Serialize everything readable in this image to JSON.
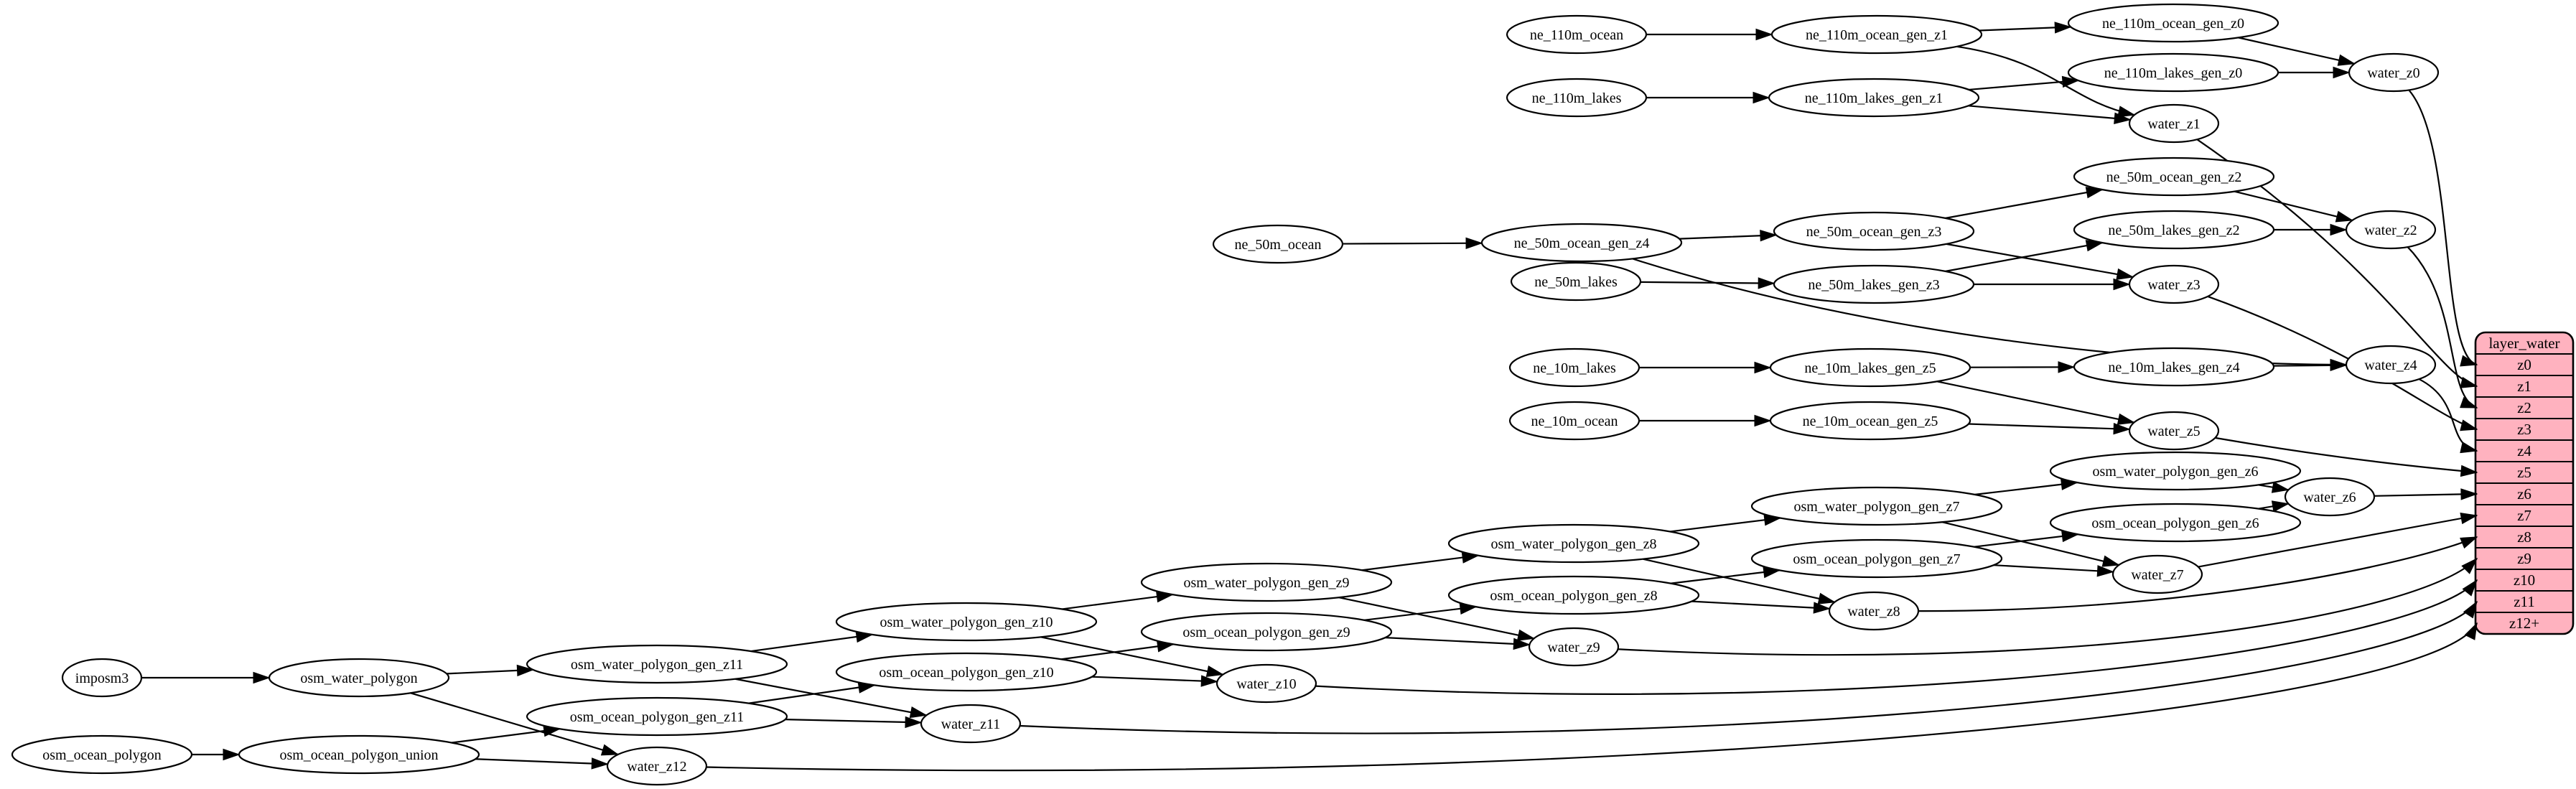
{
  "diagram": {
    "kind": "etl-dependency-graph",
    "colors": {
      "background": "#ffffff",
      "node_fill": "#ffffff",
      "node_stroke": "#000000",
      "edge_color": "#000000",
      "table_fill": "#ffb2bf",
      "table_stroke": "#000000",
      "text_color": "#000000"
    }
  },
  "graph": {
    "nodes": [
      {
        "id": "ne_110m_ocean",
        "label": "ne_110m_ocean"
      },
      {
        "id": "ne_110m_ocean_gen_z1",
        "label": "ne_110m_ocean_gen_z1"
      },
      {
        "id": "ne_110m_ocean_gen_z0",
        "label": "ne_110m_ocean_gen_z0"
      },
      {
        "id": "ne_110m_lakes",
        "label": "ne_110m_lakes"
      },
      {
        "id": "ne_110m_lakes_gen_z1",
        "label": "ne_110m_lakes_gen_z1"
      },
      {
        "id": "ne_110m_lakes_gen_z0",
        "label": "ne_110m_lakes_gen_z0"
      },
      {
        "id": "water_z0",
        "label": "water_z0"
      },
      {
        "id": "water_z1",
        "label": "water_z1"
      },
      {
        "id": "ne_50m_ocean",
        "label": "ne_50m_ocean"
      },
      {
        "id": "ne_50m_ocean_gen_z4",
        "label": "ne_50m_ocean_gen_z4"
      },
      {
        "id": "ne_50m_ocean_gen_z3",
        "label": "ne_50m_ocean_gen_z3"
      },
      {
        "id": "ne_50m_ocean_gen_z2",
        "label": "ne_50m_ocean_gen_z2"
      },
      {
        "id": "ne_50m_lakes",
        "label": "ne_50m_lakes"
      },
      {
        "id": "ne_50m_lakes_gen_z3",
        "label": "ne_50m_lakes_gen_z3"
      },
      {
        "id": "ne_50m_lakes_gen_z2",
        "label": "ne_50m_lakes_gen_z2"
      },
      {
        "id": "water_z2",
        "label": "water_z2"
      },
      {
        "id": "water_z3",
        "label": "water_z3"
      },
      {
        "id": "ne_10m_lakes",
        "label": "ne_10m_lakes"
      },
      {
        "id": "ne_10m_lakes_gen_z5",
        "label": "ne_10m_lakes_gen_z5"
      },
      {
        "id": "ne_10m_lakes_gen_z4",
        "label": "ne_10m_lakes_gen_z4"
      },
      {
        "id": "ne_10m_ocean",
        "label": "ne_10m_ocean"
      },
      {
        "id": "ne_10m_ocean_gen_z5",
        "label": "ne_10m_ocean_gen_z5"
      },
      {
        "id": "water_z4",
        "label": "water_z4"
      },
      {
        "id": "water_z5",
        "label": "water_z5"
      },
      {
        "id": "imposm3",
        "label": "imposm3"
      },
      {
        "id": "osm_water_polygon",
        "label": "osm_water_polygon"
      },
      {
        "id": "osm_ocean_polygon",
        "label": "osm_ocean_polygon"
      },
      {
        "id": "osm_ocean_polygon_union",
        "label": "osm_ocean_polygon_union"
      },
      {
        "id": "osm_water_polygon_gen_z11",
        "label": "osm_water_polygon_gen_z11"
      },
      {
        "id": "osm_ocean_polygon_gen_z11",
        "label": "osm_ocean_polygon_gen_z11"
      },
      {
        "id": "water_z12",
        "label": "water_z12"
      },
      {
        "id": "osm_water_polygon_gen_z10",
        "label": "osm_water_polygon_gen_z10"
      },
      {
        "id": "osm_ocean_polygon_gen_z10",
        "label": "osm_ocean_polygon_gen_z10"
      },
      {
        "id": "water_z11",
        "label": "water_z11"
      },
      {
        "id": "osm_water_polygon_gen_z9",
        "label": "osm_water_polygon_gen_z9"
      },
      {
        "id": "osm_ocean_polygon_gen_z9",
        "label": "osm_ocean_polygon_gen_z9"
      },
      {
        "id": "water_z10",
        "label": "water_z10"
      },
      {
        "id": "osm_water_polygon_gen_z8",
        "label": "osm_water_polygon_gen_z8"
      },
      {
        "id": "osm_ocean_polygon_gen_z8",
        "label": "osm_ocean_polygon_gen_z8"
      },
      {
        "id": "water_z9",
        "label": "water_z9"
      },
      {
        "id": "osm_water_polygon_gen_z7",
        "label": "osm_water_polygon_gen_z7"
      },
      {
        "id": "osm_ocean_polygon_gen_z7",
        "label": "osm_ocean_polygon_gen_z7"
      },
      {
        "id": "water_z8",
        "label": "water_z8"
      },
      {
        "id": "osm_water_polygon_gen_z6",
        "label": "osm_water_polygon_gen_z6"
      },
      {
        "id": "osm_ocean_polygon_gen_z6",
        "label": "osm_ocean_polygon_gen_z6"
      },
      {
        "id": "water_z7",
        "label": "water_z7"
      },
      {
        "id": "water_z6",
        "label": "water_z6"
      }
    ],
    "table": {
      "id": "layer_water",
      "header": "layer_water",
      "rows": [
        "z0",
        "z1",
        "z2",
        "z3",
        "z4",
        "z5",
        "z6",
        "z7",
        "z8",
        "z9",
        "z10",
        "z11",
        "z12+"
      ]
    },
    "edges": [
      {
        "from": "ne_110m_ocean",
        "to": "ne_110m_ocean_gen_z1"
      },
      {
        "from": "ne_110m_ocean_gen_z1",
        "to": "ne_110m_ocean_gen_z0"
      },
      {
        "from": "ne_110m_ocean_gen_z1",
        "to": "water_z1"
      },
      {
        "from": "ne_110m_ocean_gen_z0",
        "to": "water_z0"
      },
      {
        "from": "ne_110m_lakes",
        "to": "ne_110m_lakes_gen_z1"
      },
      {
        "from": "ne_110m_lakes_gen_z1",
        "to": "ne_110m_lakes_gen_z0"
      },
      {
        "from": "ne_110m_lakes_gen_z1",
        "to": "water_z1"
      },
      {
        "from": "ne_110m_lakes_gen_z0",
        "to": "water_z0"
      },
      {
        "from": "water_z0",
        "to": "layer_water:z0"
      },
      {
        "from": "water_z1",
        "to": "layer_water:z1"
      },
      {
        "from": "ne_50m_ocean",
        "to": "ne_50m_ocean_gen_z4"
      },
      {
        "from": "ne_50m_ocean_gen_z4",
        "to": "ne_50m_ocean_gen_z3"
      },
      {
        "from": "ne_50m_ocean_gen_z4",
        "to": "water_z4"
      },
      {
        "from": "ne_50m_ocean_gen_z3",
        "to": "ne_50m_ocean_gen_z2"
      },
      {
        "from": "ne_50m_ocean_gen_z3",
        "to": "water_z3"
      },
      {
        "from": "ne_50m_ocean_gen_z2",
        "to": "water_z2"
      },
      {
        "from": "ne_50m_lakes",
        "to": "ne_50m_lakes_gen_z3"
      },
      {
        "from": "ne_50m_lakes_gen_z3",
        "to": "ne_50m_lakes_gen_z2"
      },
      {
        "from": "ne_50m_lakes_gen_z3",
        "to": "water_z3"
      },
      {
        "from": "ne_50m_lakes_gen_z2",
        "to": "water_z2"
      },
      {
        "from": "water_z2",
        "to": "layer_water:z2"
      },
      {
        "from": "water_z3",
        "to": "layer_water:z3"
      },
      {
        "from": "ne_10m_lakes",
        "to": "ne_10m_lakes_gen_z5"
      },
      {
        "from": "ne_10m_lakes_gen_z5",
        "to": "ne_10m_lakes_gen_z4"
      },
      {
        "from": "ne_10m_lakes_gen_z5",
        "to": "water_z5"
      },
      {
        "from": "ne_10m_lakes_gen_z4",
        "to": "water_z4"
      },
      {
        "from": "ne_10m_ocean",
        "to": "ne_10m_ocean_gen_z5"
      },
      {
        "from": "ne_10m_ocean_gen_z5",
        "to": "water_z5"
      },
      {
        "from": "water_z4",
        "to": "layer_water:z4"
      },
      {
        "from": "water_z5",
        "to": "layer_water:z5"
      },
      {
        "from": "imposm3",
        "to": "osm_water_polygon"
      },
      {
        "from": "osm_water_polygon",
        "to": "osm_water_polygon_gen_z11"
      },
      {
        "from": "osm_water_polygon",
        "to": "water_z12"
      },
      {
        "from": "osm_ocean_polygon",
        "to": "osm_ocean_polygon_union"
      },
      {
        "from": "osm_ocean_polygon_union",
        "to": "osm_ocean_polygon_gen_z11"
      },
      {
        "from": "osm_ocean_polygon_union",
        "to": "water_z12"
      },
      {
        "from": "osm_water_polygon_gen_z11",
        "to": "osm_water_polygon_gen_z10"
      },
      {
        "from": "osm_water_polygon_gen_z11",
        "to": "water_z11"
      },
      {
        "from": "osm_ocean_polygon_gen_z11",
        "to": "osm_ocean_polygon_gen_z10"
      },
      {
        "from": "osm_ocean_polygon_gen_z11",
        "to": "water_z11"
      },
      {
        "from": "osm_water_polygon_gen_z10",
        "to": "osm_water_polygon_gen_z9"
      },
      {
        "from": "osm_water_polygon_gen_z10",
        "to": "water_z10"
      },
      {
        "from": "osm_ocean_polygon_gen_z10",
        "to": "osm_ocean_polygon_gen_z9"
      },
      {
        "from": "osm_ocean_polygon_gen_z10",
        "to": "water_z10"
      },
      {
        "from": "osm_water_polygon_gen_z9",
        "to": "osm_water_polygon_gen_z8"
      },
      {
        "from": "osm_water_polygon_gen_z9",
        "to": "water_z9"
      },
      {
        "from": "osm_ocean_polygon_gen_z9",
        "to": "osm_ocean_polygon_gen_z8"
      },
      {
        "from": "osm_ocean_polygon_gen_z9",
        "to": "water_z9"
      },
      {
        "from": "osm_water_polygon_gen_z8",
        "to": "osm_water_polygon_gen_z7"
      },
      {
        "from": "osm_water_polygon_gen_z8",
        "to": "water_z8"
      },
      {
        "from": "osm_ocean_polygon_gen_z8",
        "to": "osm_ocean_polygon_gen_z7"
      },
      {
        "from": "osm_ocean_polygon_gen_z8",
        "to": "water_z8"
      },
      {
        "from": "osm_water_polygon_gen_z7",
        "to": "osm_water_polygon_gen_z6"
      },
      {
        "from": "osm_water_polygon_gen_z7",
        "to": "water_z7"
      },
      {
        "from": "osm_ocean_polygon_gen_z7",
        "to": "osm_ocean_polygon_gen_z6"
      },
      {
        "from": "osm_ocean_polygon_gen_z7",
        "to": "water_z7"
      },
      {
        "from": "osm_water_polygon_gen_z6",
        "to": "water_z6"
      },
      {
        "from": "osm_ocean_polygon_gen_z6",
        "to": "water_z6"
      },
      {
        "from": "water_z6",
        "to": "layer_water:z6"
      },
      {
        "from": "water_z7",
        "to": "layer_water:z7"
      },
      {
        "from": "water_z8",
        "to": "layer_water:z8"
      },
      {
        "from": "water_z9",
        "to": "layer_water:z9"
      },
      {
        "from": "water_z10",
        "to": "layer_water:z10"
      },
      {
        "from": "water_z11",
        "to": "layer_water:z11"
      },
      {
        "from": "water_z12",
        "to": "layer_water:z12+"
      }
    ]
  }
}
